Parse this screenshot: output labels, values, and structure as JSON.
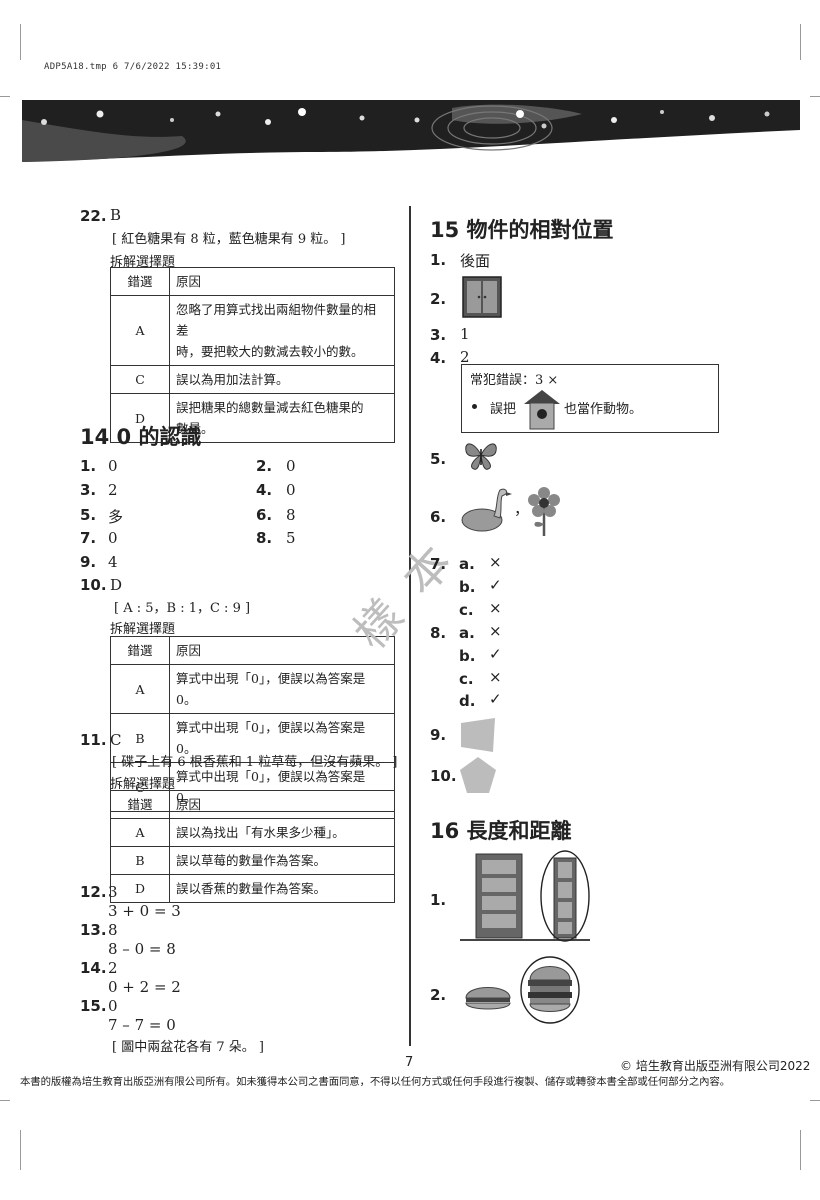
{
  "header": {
    "meta": "ADP5A18.tmp    6    7/6/2022    15:39:01"
  },
  "left": {
    "q22": {
      "num": "22.",
      "ans": "B",
      "note": "[ 紅色糖果有 8 粒，藍色糖果有 9 粒。 ]",
      "sub": "拆解選擇題",
      "table": {
        "headers": [
          "錯選",
          "原因"
        ],
        "rows": [
          {
            "opt": "A",
            "line1": "忽略了用算式找出兩組物件數量的相差",
            "line2": "時，要把較大的數減去較小的數。"
          },
          {
            "opt": "C",
            "line1": "誤以為用加法計算。",
            "line2": ""
          },
          {
            "opt": "D",
            "line1": "誤把糖果的總數量減去紅色糖果的",
            "line2": "數量。"
          }
        ]
      }
    },
    "sec14": {
      "title": "14  0 的認識"
    },
    "s14": [
      {
        "num": "1.",
        "ans": "0"
      },
      {
        "num": "2.",
        "ans": "0"
      },
      {
        "num": "3.",
        "ans": "2"
      },
      {
        "num": "4.",
        "ans": "0"
      },
      {
        "num": "5.",
        "ans": "多"
      },
      {
        "num": "6.",
        "ans": "8"
      },
      {
        "num": "7.",
        "ans": "0"
      },
      {
        "num": "8.",
        "ans": "5"
      },
      {
        "num": "9.",
        "ans": "4"
      }
    ],
    "q10": {
      "num": "10.",
      "ans": "D",
      "note": "[ A : 5，B : 1，C : 9 ]",
      "sub": "拆解選擇題",
      "table": {
        "headers": [
          "錯選",
          "原因"
        ],
        "rows": [
          {
            "opt": "A",
            "reason": "算式中出現「0」，便誤以為答案是 0。"
          },
          {
            "opt": "B",
            "reason": "算式中出現「0」，便誤以為答案是 0。"
          },
          {
            "opt": "C",
            "reason": "算式中出現「0」，便誤以為答案是 0。"
          }
        ]
      }
    },
    "q11": {
      "num": "11.",
      "ans": "C",
      "note": "[ 碟子上有 6 根香蕉和 1 粒草莓，但沒有蘋果。 ]",
      "sub": "拆解選擇題",
      "table": {
        "headers": [
          "錯選",
          "原因"
        ],
        "rows": [
          {
            "opt": "A",
            "reason": "誤以為找出「有水果多少種」。"
          },
          {
            "opt": "B",
            "reason": "誤以草莓的數量作為答案。"
          },
          {
            "opt": "D",
            "reason": "誤以香蕉的數量作為答案。"
          }
        ]
      }
    },
    "q12": {
      "num": "12.",
      "ans": "3",
      "work": "3 + 0 = 3"
    },
    "q13": {
      "num": "13.",
      "ans": "8",
      "work": "8 – 0 = 8"
    },
    "q14": {
      "num": "14.",
      "ans": "2",
      "work": "0 + 2 = 2"
    },
    "q15": {
      "num": "15.",
      "ans": "0",
      "work": "7 – 7 = 0",
      "note": "[ 圖中兩盆花各有 7 朵。 ]"
    }
  },
  "right": {
    "sec15": {
      "title": "15 物件的相對位置"
    },
    "q1": {
      "num": "1.",
      "ans": "後面"
    },
    "q2": {
      "num": "2.",
      "icon": "wardrobe-icon"
    },
    "q3": {
      "num": "3.",
      "ans": "1"
    },
    "q4": {
      "num": "4.",
      "ans": "2",
      "box_title": "常犯錯誤：3 ×",
      "box_pre": "誤把",
      "box_post": "也當作動物。",
      "icon": "birdhouse-icon"
    },
    "q5": {
      "num": "5.",
      "icon": "butterfly-icon"
    },
    "q6": {
      "num": "6.",
      "sep": "，",
      "icon1": "goose-icon",
      "icon2": "flower-icon"
    },
    "q7": {
      "num": "7.",
      "items": [
        {
          "l": "a.",
          "m": "×"
        },
        {
          "l": "b.",
          "m": "✓"
        },
        {
          "l": "c.",
          "m": "×"
        }
      ]
    },
    "q8": {
      "num": "8.",
      "items": [
        {
          "l": "a.",
          "m": "×"
        },
        {
          "l": "b.",
          "m": "✓"
        },
        {
          "l": "c.",
          "m": "×"
        },
        {
          "l": "d.",
          "m": "✓"
        }
      ]
    },
    "q9": {
      "num": "9.",
      "icon": "quadrilateral-shape"
    },
    "q10": {
      "num": "10.",
      "icon": "pentagon-shape"
    },
    "sec16": {
      "title": "16 長度和距離"
    },
    "q16_1": {
      "num": "1.",
      "icon": "bookshelf-icon"
    },
    "q16_2": {
      "num": "2.",
      "icon": "burger-icon"
    }
  },
  "watermark": "樣 本",
  "footer": {
    "page": "7",
    "copyright": "© 培生教育出版亞洲有限公司2022",
    "notice": "本書的版權為培生教育出版亞洲有限公司所有。如未獲得本公司之書面同意，不得以任何方式或任何手段進行複製、儲存或轉發本書全部或任何部分之內容。"
  },
  "colors": {
    "banner": "#222222",
    "text": "#222222",
    "shape_grey": "#bcbcbc"
  }
}
